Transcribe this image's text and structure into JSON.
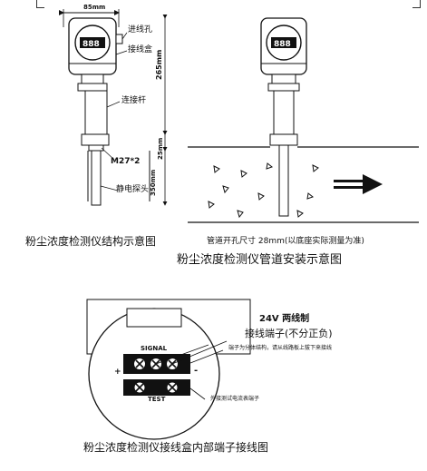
{
  "sensor_diagram": {
    "width_dim": "85mm",
    "entry_hole": "进线孔",
    "junction_box": "接线盒",
    "height_dim": "265mm",
    "connecting_rod": "连接杆",
    "thread": "M27*2",
    "dim_25": "25mm",
    "dim_350": "350mm",
    "probe": "静电探头",
    "display_value": "888",
    "caption": "粉尘浓度检测仪结构示意图"
  },
  "install_diagram": {
    "display_value": "888",
    "note": "管道开孔尺寸 28mm(以底座实际测量为准)",
    "caption": "粉尘浓度检测仪管道安装示意图"
  },
  "wiring_diagram": {
    "title": "24V 两线制",
    "subtitle": "接线端子(不分正负)",
    "signal_label": "SIGNAL",
    "test_label": "TEST",
    "plus": "+",
    "minus": "-",
    "note_signal": "端子为分体结构，请从线路板上拔下来接线",
    "note_test": "外接测试电流表端子",
    "caption": "粉尘浓度检测仪接线盒内部端子接线图"
  }
}
